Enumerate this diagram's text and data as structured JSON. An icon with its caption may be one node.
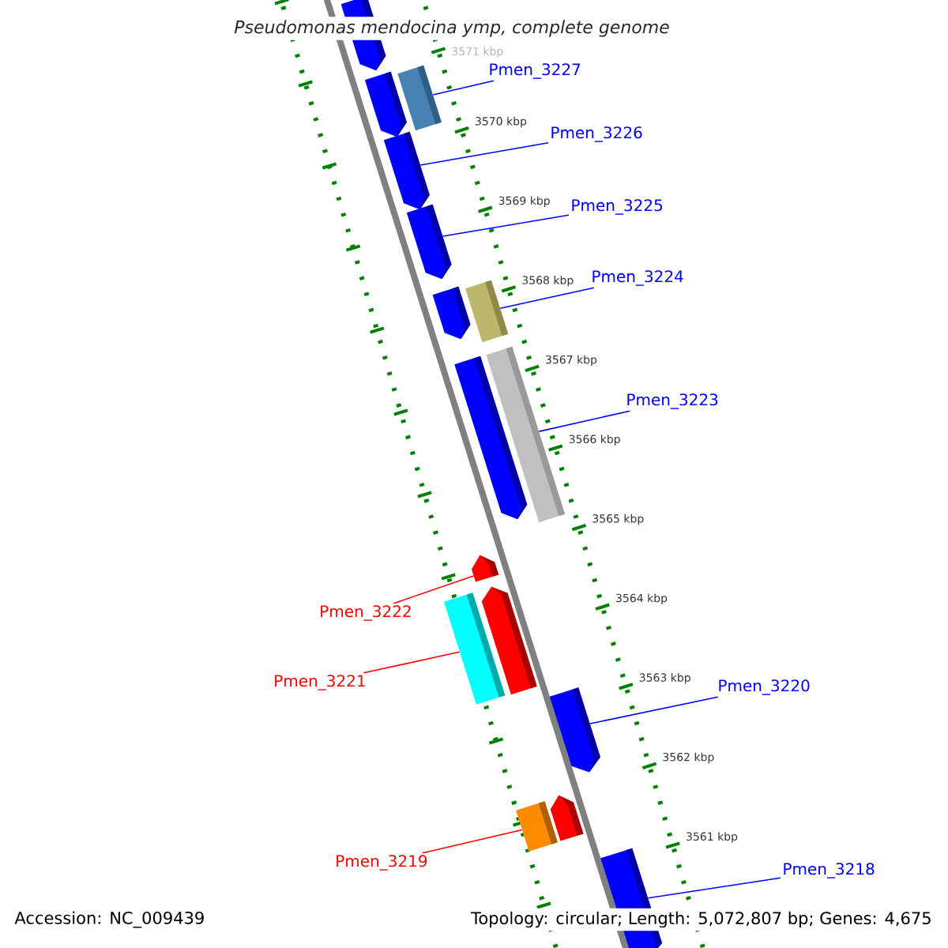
{
  "diagram": {
    "title": "Pseudomonas mendocina ymp, complete genome",
    "nodes": [
      {
        "text": [
          "Pmen_3227"
        ]
      },
      {
        "text": [],
        "shape": "bar"
      },
      {
        "text": [
          "Pmen_3226"
        ]
      },
      {
        "text": [],
        "shape": "bar"
      },
      {
        "text": [
          "Pmen_3225"
        ]
      },
      {
        "text": [],
        "shape": "bar"
      },
      {
        "text": [
          "Pmen_3224"
        ]
      },
      {
        "text": [],
        "shape": "bar"
      },
      {
        "text": [
          "Pmen_3223"
        ]
      },
      {
        "text": [],
        "shape": "bar"
      },
      {
        "text": [
          "Pmen_3222"
        ]
      },
      {
        "text": [],
        "shape": "bar"
      },
      {
        "text": [
          "Pmen_3221"
        ]
      },
      {
        "text": [],
        "shape": "bar"
      },
      {
        "text": [
          "Pmen_3220"
        ]
      },
      {
        "text": [],
        "shape": "bar"
      },
      {
        "text": [
          "Pmen_3219"
        ]
      },
      {
        "text": [],
        "shape": "bar"
      },
      {
        "text": [
          "Pmen_3218"
        ]
      },
      {
        "text": [],
        "shape": "bar"
      },
      {
        "text": [],
        "shape": "bar"
      },
      {
        "text": [],
        "shape": "bar"
      },
      {
        "text": [],
        "shape": "bar"
      },
      {
        "text": [],
        "shape": "bar"
      },
      {
        "text": [],
        "shape": "bar"
      },
      {
        "text": [],
        "shape": "bar"
      }
    ],
    "edges": [
      {
        "from": 0,
        "to": 1,
        "arrow": "none"
      },
      {
        "from": 2,
        "to": 3,
        "arrow": "none"
      },
      {
        "from": 4,
        "to": 5,
        "arrow": "none"
      },
      {
        "from": 6,
        "to": 7,
        "arrow": "none"
      },
      {
        "from": 8,
        "to": 9,
        "arrow": "none"
      },
      {
        "from": 10,
        "to": 11,
        "arrow": "none",
        "color": "#ff0000"
      },
      {
        "from": 12,
        "to": 13,
        "arrow": "none",
        "color": "#ff0000"
      },
      {
        "from": 14,
        "to": 15,
        "arrow": "none"
      },
      {
        "from": 16,
        "to": 17,
        "arrow": "none",
        "color": "#ff0000"
      },
      {
        "from": 18,
        "to": 19,
        "arrow": "none"
      }
    ],
    "labels": [
      "3571 kbp",
      "3570 kbp",
      "3569 kbp",
      "3568 kbp",
      "3567 kbp",
      "3566 kbp",
      "3565 kbp",
      "3564 kbp",
      "3563 kbp",
      "3562 kbp",
      "3561 kbp",
      "Accession: NC_009439",
      "Topology: circular; Length: 5,072,807 bp; Genes: 4,675"
    ]
  }
}
